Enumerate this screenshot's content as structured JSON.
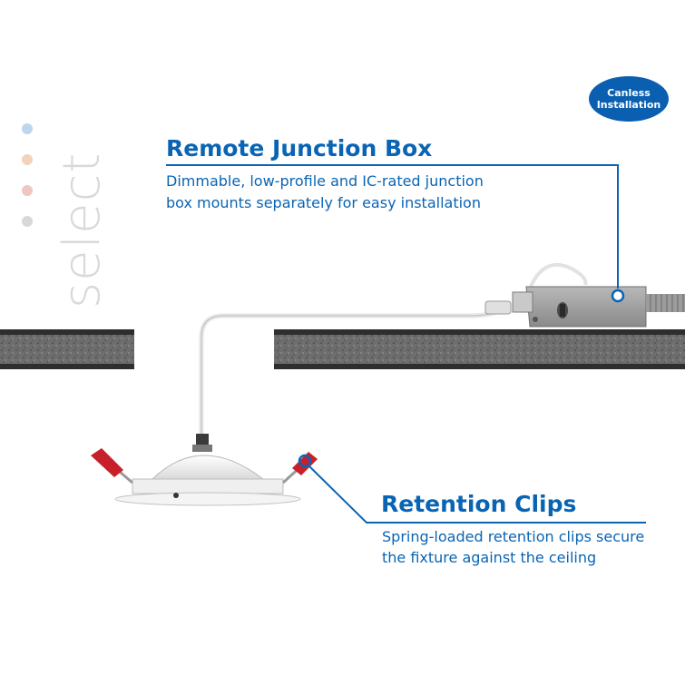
{
  "badge": {
    "line1": "Canless",
    "line2": "Installation"
  },
  "brand": {
    "text": "select",
    "dot_colors": [
      "#bcd6ee",
      "#f3d2b8",
      "#f0c6c0",
      "#d8d8d8"
    ]
  },
  "junction_box": {
    "title": "Remote Junction Box",
    "desc_line1": "Dimmable, low-profile and IC-rated junction",
    "desc_line2": "box mounts separately for easy installation"
  },
  "retention_clips": {
    "title": "Retention Clips",
    "desc_line1": "Spring-loaded retention clips secure",
    "desc_line2": "the fixture against the ceiling"
  },
  "colors": {
    "accent": "#0a64b4",
    "clip": "#c8202a",
    "ceiling": "#4a4a4a"
  }
}
